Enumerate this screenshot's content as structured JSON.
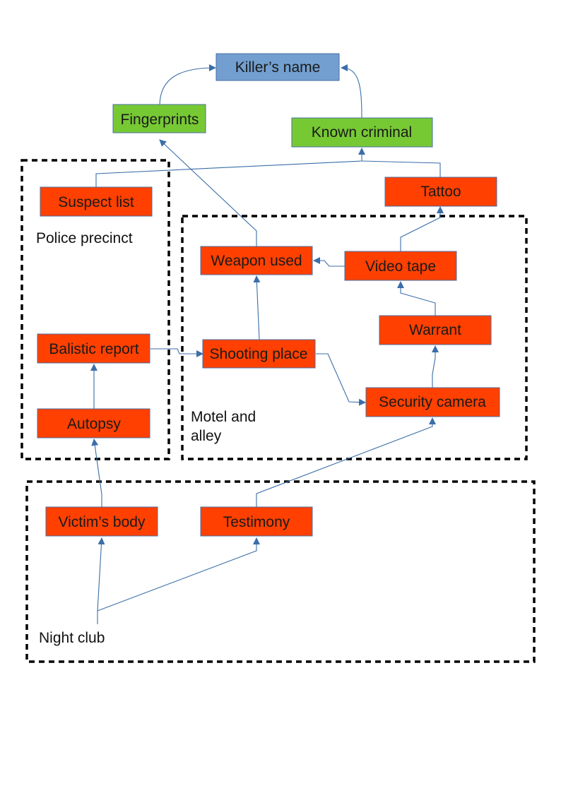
{
  "colors": {
    "goal": "#729fcf",
    "finding": "#77c934",
    "evidence": "#ff4000",
    "edge": "#3b6ea8",
    "region_border": "#000000"
  },
  "regions": {
    "police_precinct": "Police precinct",
    "motel_and_alley": [
      "Motel and",
      "alley"
    ],
    "night_club": "Night club"
  },
  "nodes": {
    "killers_name": "Killer’s name",
    "fingerprints": "Fingerprints",
    "known_criminal": "Known criminal",
    "suspect_list": "Suspect list",
    "tattoo": "Tattoo",
    "weapon_used": "Weapon used",
    "video_tape": "Video tape",
    "warrant": "Warrant",
    "balistic_report": "Balistic report",
    "shooting_place": "Shooting place",
    "security_camera": "Security camera",
    "autopsy": "Autopsy",
    "victims_body": "Victim’s body",
    "testimony": "Testimony"
  }
}
